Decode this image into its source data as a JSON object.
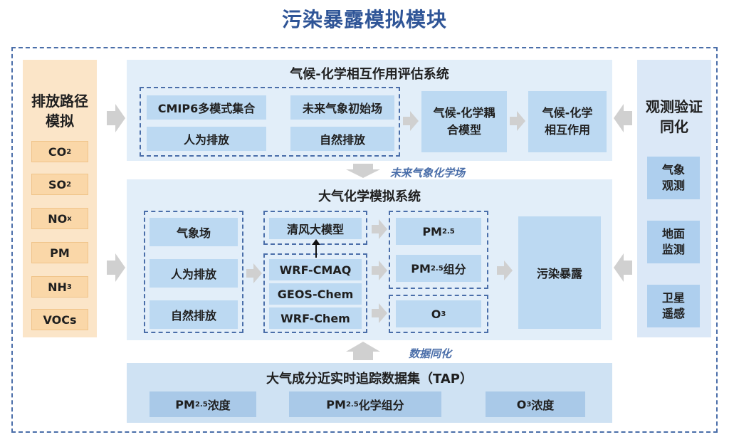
{
  "title": "污染暴露模拟模块",
  "left_panel": {
    "heading_line1": "排放路径",
    "heading_line2": "模拟",
    "items": [
      {
        "main": "CO",
        "sub": "2"
      },
      {
        "main": "SO",
        "sub": "2"
      },
      {
        "main": "NO",
        "sub": "x"
      },
      {
        "main": "PM",
        "sub": ""
      },
      {
        "main": "NH",
        "sub": "3"
      },
      {
        "main": "VOCs",
        "sub": ""
      }
    ]
  },
  "right_panel": {
    "heading_line1": "观测验证",
    "heading_line2": "同化",
    "items": [
      {
        "line1": "气象",
        "line2": "观测"
      },
      {
        "line1": "地面",
        "line2": "监测"
      },
      {
        "line1": "卫星",
        "line2": "遥感"
      }
    ]
  },
  "top_panel": {
    "heading": "气候-化学相互作用评估系统",
    "inputs": [
      "CMIP6多模式集合",
      "未来气象初始场",
      "人为排放",
      "自然排放"
    ],
    "coupled_model_line1": "气候-化学耦",
    "coupled_model_line2": "合模型",
    "interaction_line1": "气候-化学",
    "interaction_line2": "相互作用"
  },
  "future_label": "未来气象化学场",
  "mid_panel": {
    "heading": "大气化学模拟系统",
    "inputs": [
      "气象场",
      "人为排放",
      "自然排放"
    ],
    "big_model": "清风大模型",
    "models": [
      "WRF-CMAQ",
      "GEOS-Chem",
      "WRF-Chem"
    ],
    "outputs": [
      {
        "main": "PM",
        "sub": "2.5",
        "suffix": ""
      },
      {
        "main": "PM",
        "sub": "2.5",
        "suffix": "组分"
      },
      {
        "main": "O",
        "sub": "3",
        "suffix": ""
      }
    ],
    "exposure": "污染暴露"
  },
  "assimilation_label": "数据同化",
  "bottom_panel": {
    "heading": "大气成分近实时追踪数据集（TAP）",
    "items": [
      {
        "main": "PM",
        "sub": "2.5",
        "suffix": "浓度"
      },
      {
        "main": "PM",
        "sub": "2.5",
        "suffix": "化学组分"
      },
      {
        "main": "O",
        "sub": "3",
        "suffix": "浓度"
      }
    ]
  },
  "colors": {
    "title": "#2f5597",
    "dash_border": "#4a6ea9",
    "left_panel_bg": "#fbe5c8",
    "right_panel_bg": "#dbe8f7",
    "panel_bg": "#e2eef9",
    "box_blue": "#aecfee",
    "arrow_gray": "#d0d0d0"
  }
}
